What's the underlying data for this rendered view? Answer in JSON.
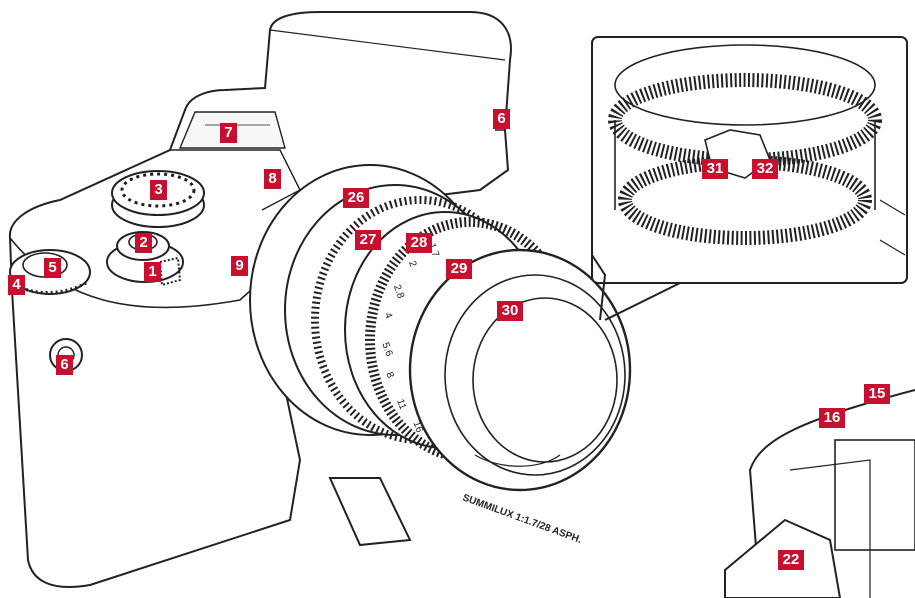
{
  "accent_color": "#c8102e",
  "lens_text": "SUMMILUX 1:1.7/28 ASPH.",
  "aperture_scale": [
    "1.7",
    "2",
    "2.8",
    "4",
    "5.6",
    "8",
    "11",
    "16"
  ],
  "callouts": {
    "c1": "1",
    "c2": "2",
    "c3": "3",
    "c4": "4",
    "c5": "5",
    "c6a": "6",
    "c6b": "6",
    "c7": "7",
    "c8": "8",
    "c9": "9",
    "c15": "15",
    "c16": "16",
    "c22": "22",
    "c26": "26",
    "c27": "27",
    "c28": "28",
    "c29": "29",
    "c30": "30",
    "c31": "31",
    "c32": "32"
  }
}
